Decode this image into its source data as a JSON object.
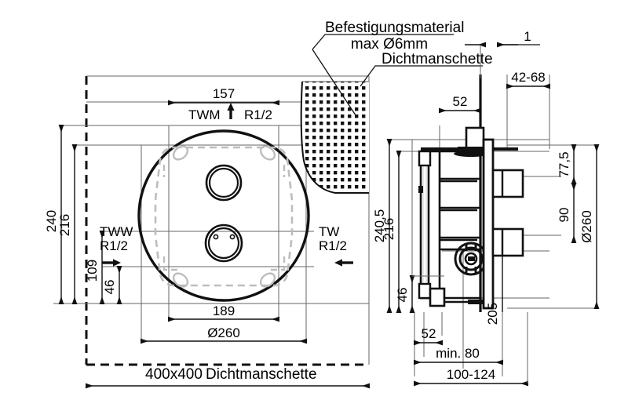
{
  "drawing": {
    "title": "Technical dimension drawing - flush-mounted unit",
    "views": {
      "front": {
        "name": "front-view"
      },
      "side": {
        "name": "side-section-view"
      }
    }
  },
  "front_view": {
    "dimensions": {
      "vertical_240": "240",
      "vertical_216": "216",
      "vertical_109": "109",
      "vertical_46": "46",
      "horizontal_157": "157",
      "horizontal_189": "189",
      "diameter_260": "Ø260",
      "sleeve_size": "400x400",
      "sleeve_label": "Dichtmanschette"
    },
    "ports": {
      "twm": {
        "label": "TWM",
        "thread": "R1/2",
        "arrow": "up"
      },
      "tww": {
        "label": "TWW",
        "thread": "R1/2",
        "arrow": "right"
      },
      "tw": {
        "label": "TW",
        "thread": "R1/2",
        "arrow": "left"
      }
    },
    "callouts": {
      "fastening_line1": "Befestigungsmaterial",
      "fastening_line2": "max Ø6mm",
      "sealing_sleeve": "Dichtmanschette"
    }
  },
  "side_view": {
    "dimensions": {
      "top_52": "52",
      "wall_1": "1",
      "range_42_68": "42-68",
      "vertical_240_5": "240,5",
      "vertical_216": "216",
      "vertical_46": "46",
      "vertical_77_5": "77,5",
      "vertical_90": "90",
      "diameter_260": "Ø260",
      "depth_205": "205",
      "bottom_52": "52",
      "min_80": "min. 80",
      "range_100_124": "100-124"
    }
  },
  "colors": {
    "line": "#1a1a1a",
    "thin_line": "#555555",
    "hidden_line": "#b0b0b0",
    "background": "#ffffff"
  }
}
